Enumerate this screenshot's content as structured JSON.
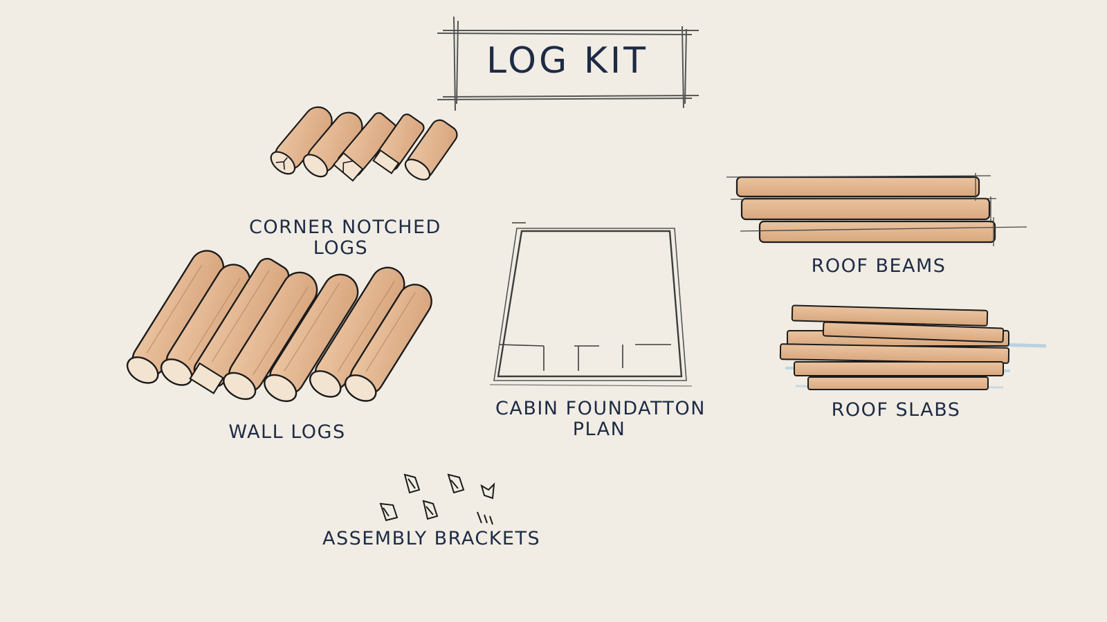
{
  "title": "LOG KIT",
  "labels": {
    "corner_logs": [
      "CORNER NOTCHED",
      "LOGS"
    ],
    "wall_logs": "WALL LOGS",
    "foundation": [
      "CABIN FOUNDATTON",
      "PLAN"
    ],
    "roof_beams": "ROOF BEAMS",
    "roof_slabs": "ROOF SLABS",
    "brackets": "ASSEMBLY BRACKETS"
  },
  "colors": {
    "paper": "#f1ede4",
    "ink": "#1e2b45",
    "wood": "#e2b58e",
    "wood_dark": "#cf9a72",
    "pencil": "#4a4a4a",
    "water": "#9fc6dd"
  }
}
